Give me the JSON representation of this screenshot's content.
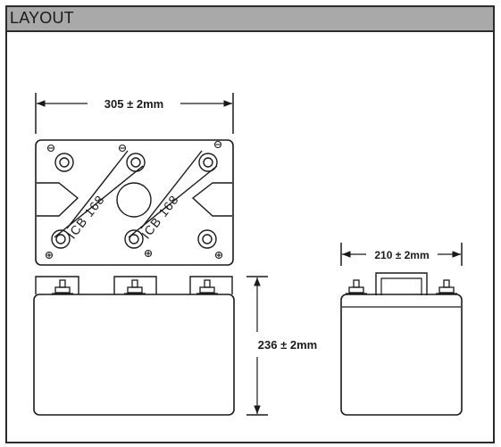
{
  "header": {
    "title": "LAYOUT"
  },
  "dimensions": {
    "top_width": "305 ± 2mm",
    "height": "236 ± 2mm",
    "side_width": "210 ± 2mm"
  },
  "top_view": {
    "strap_labels": [
      "ICB 168",
      "ICB 168"
    ]
  },
  "colors": {
    "line": "#1a1a1a",
    "header_bg": "#a9a9a9",
    "background": "#ffffff"
  }
}
